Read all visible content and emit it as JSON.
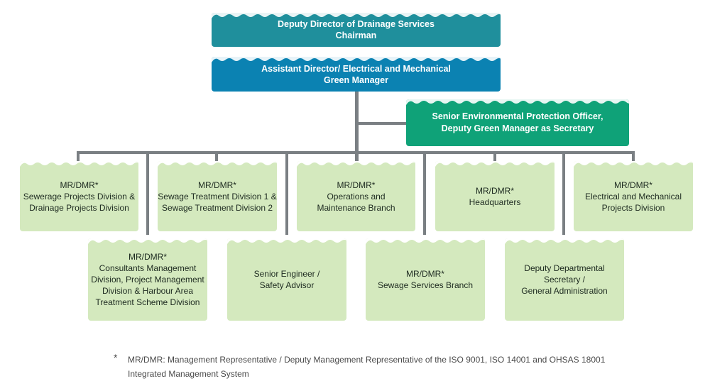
{
  "chairman": {
    "lines": [
      "Deputy Director of Drainage Services",
      "Chairman"
    ],
    "color": "#1f8f9c"
  },
  "green_manager": {
    "lines": [
      "Assistant Director/ Electrical and Mechanical",
      "Green Manager"
    ],
    "color": "#0b82b2"
  },
  "secretary": {
    "lines": [
      "Senior Environmental Protection Officer,",
      "Deputy Green Manager as Secretary"
    ],
    "color": "#0fa278"
  },
  "divisions_row1": [
    {
      "lines": [
        "MR/DMR*",
        "Sewerage Projects Division &",
        "Drainage Projects Division"
      ]
    },
    {
      "lines": [
        "MR/DMR*",
        "Sewage Treatment Division 1 &",
        "Sewage Treatment Division 2"
      ]
    },
    {
      "lines": [
        "MR/DMR*",
        "Operations and",
        "Maintenance Branch"
      ]
    },
    {
      "lines": [
        "MR/DMR*",
        "Headquarters"
      ]
    },
    {
      "lines": [
        "MR/DMR*",
        "Electrical and Mechanical",
        "Projects Division"
      ]
    }
  ],
  "divisions_row2": [
    {
      "lines": [
        "MR/DMR*",
        "Consultants Management",
        "Division, Project Management",
        "Division & Harbour Area",
        "Treatment Scheme Division"
      ]
    },
    {
      "lines": [
        "Senior Engineer /",
        "Safety Advisor"
      ]
    },
    {
      "lines": [
        "MR/DMR*",
        "Sewage Services Branch"
      ]
    },
    {
      "lines": [
        "Deputy Departmental",
        "Secretary /",
        "General Administration"
      ]
    }
  ],
  "division_color": "#d4e9be",
  "connector_color": "#7a7f83",
  "footnote": {
    "marker": "*",
    "text": "MR/DMR: Management Representative / Deputy Management Representative of the ISO 9001, ISO 14001 and OHSAS 18001 Integrated Management System"
  }
}
